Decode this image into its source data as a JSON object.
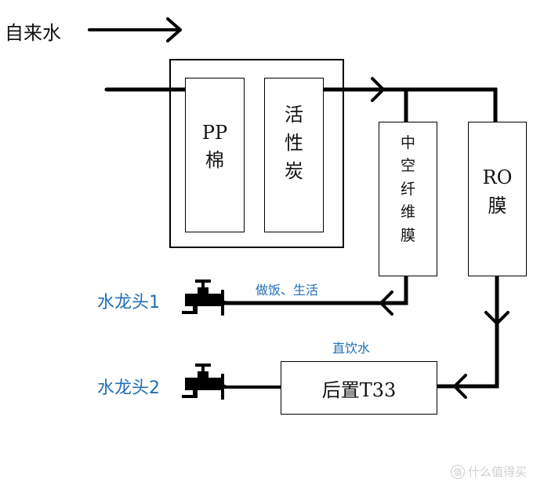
{
  "source": {
    "label": "自来水"
  },
  "stage1": {
    "pp_cotton": {
      "lines": [
        "PP",
        "棉"
      ]
    },
    "activated_carbon": {
      "lines": [
        "活",
        "性",
        "炭"
      ]
    }
  },
  "hollow_fiber": {
    "lines": [
      "中",
      "空",
      "纤",
      "维",
      "膜"
    ]
  },
  "ro_membrane": {
    "lines": [
      "RO",
      "膜"
    ]
  },
  "post_filter": {
    "label": "后置T33"
  },
  "outputs": {
    "faucet1": {
      "label": "水龙头1",
      "usage": "做饭、生活"
    },
    "faucet2": {
      "label": "水龙头2",
      "usage": "直饮水"
    }
  },
  "watermark": {
    "icon": "值",
    "text": "什么值得买"
  },
  "colors": {
    "line": "#000000",
    "accent_text": "#1f6fb5"
  }
}
